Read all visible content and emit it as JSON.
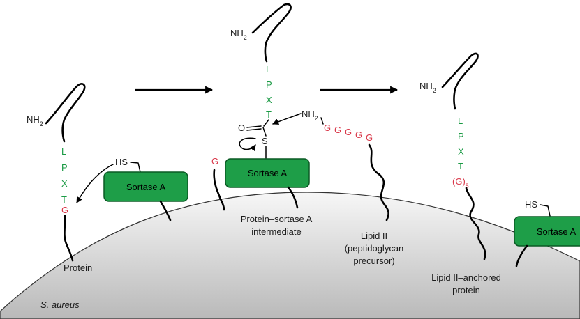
{
  "colors": {
    "sortase_fill": "#1e9e48",
    "sortase_stroke": "#0a5a24",
    "motif_green": "#1a9a44",
    "glycine_red": "#d9384a",
    "membrane_top": "#f7f7f7",
    "membrane_bottom": "#b9b9b9"
  },
  "organism": "S. aureus",
  "panel_1": {
    "amino": "NH",
    "amino_sub": "2",
    "motif": [
      "L",
      "P",
      "X",
      "T"
    ],
    "glycine": "G",
    "thiol": "HS",
    "enzyme": "Sortase A",
    "label": "Protein"
  },
  "panel_2": {
    "amino": "NH",
    "amino_sub": "2",
    "motif": [
      "L",
      "P",
      "X",
      "T"
    ],
    "carbonyl_o": "O",
    "sulfur": "S",
    "free_glycine": "G",
    "enzyme": "Sortase A",
    "label_line1": "Protein–sortase A",
    "label_line2": "intermediate",
    "nucleophile": "NH",
    "nucleophile_sub": "2",
    "pentaglycine": [
      "G",
      "G",
      "G",
      "G",
      "G"
    ],
    "lipid_line1": "Lipid II",
    "lipid_line2": "(peptidoglycan",
    "lipid_line3": "precursor)"
  },
  "panel_3": {
    "amino": "NH",
    "amino_sub": "2",
    "motif": [
      "L",
      "P",
      "X",
      "T"
    ],
    "glycine_chain": "(G)",
    "glycine_sub": "5",
    "thiol": "HS",
    "enzyme": "Sortase A",
    "label_line1": "Lipid II–anchored",
    "label_line2": "protein"
  }
}
